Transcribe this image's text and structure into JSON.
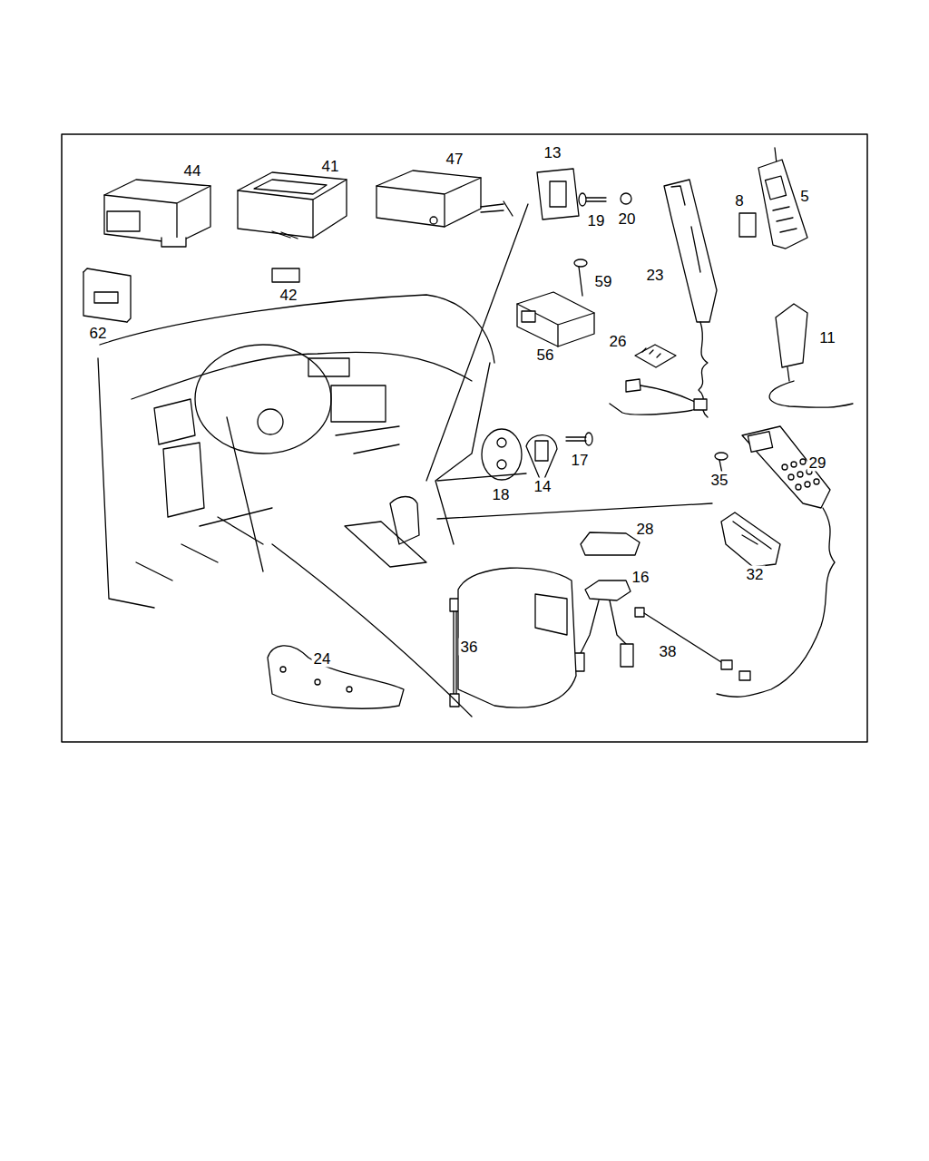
{
  "diagram": {
    "labels": [
      "44",
      "41",
      "47",
      "13",
      "5",
      "8",
      "19",
      "20",
      "42",
      "59",
      "23",
      "62",
      "56",
      "26",
      "11",
      "17",
      "18",
      "14",
      "29",
      "35",
      "28",
      "32",
      "16",
      "36",
      "24",
      "38"
    ]
  }
}
